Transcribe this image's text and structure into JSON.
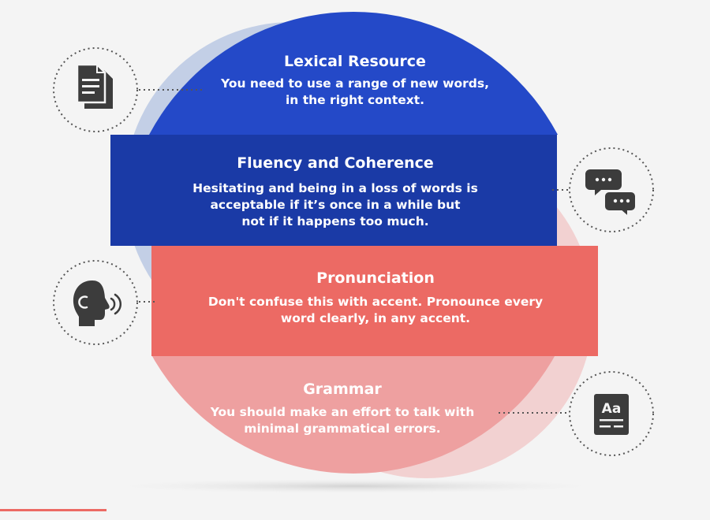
{
  "colors": {
    "background": "#f4f4f4",
    "lexical": "#2449c8",
    "fluency": "#1a3aa6",
    "pronunciation": "#ec6a64",
    "grammar": "#eea0a0",
    "back_circle_blue": "#c3cfe6",
    "back_circle_pink": "#f2d1d1",
    "icon": "#3c3c3c",
    "accent_line": "#ec6a64"
  },
  "segments": [
    {
      "id": "lexical",
      "title": "Lexical Resource",
      "description": [
        "You need to use a range of new words,",
        "in the right context."
      ],
      "icon": "document-icon"
    },
    {
      "id": "fluency",
      "title": "Fluency and Coherence",
      "description": [
        "Hesitating and being in a loss of words is",
        "acceptable if it’s once in a while but",
        "not if it happens too much."
      ],
      "icon": "chat-bubbles-icon"
    },
    {
      "id": "pronunciation",
      "title": "Pronunciation",
      "description": [
        "Don't confuse this with accent. Pronounce every",
        "word clearly, in any accent."
      ],
      "icon": "speaking-head-icon"
    },
    {
      "id": "grammar",
      "title": "Grammar",
      "description": [
        "You should make an effort to talk with",
        "minimal grammatical errors."
      ],
      "icon": "text-aa-icon"
    }
  ]
}
